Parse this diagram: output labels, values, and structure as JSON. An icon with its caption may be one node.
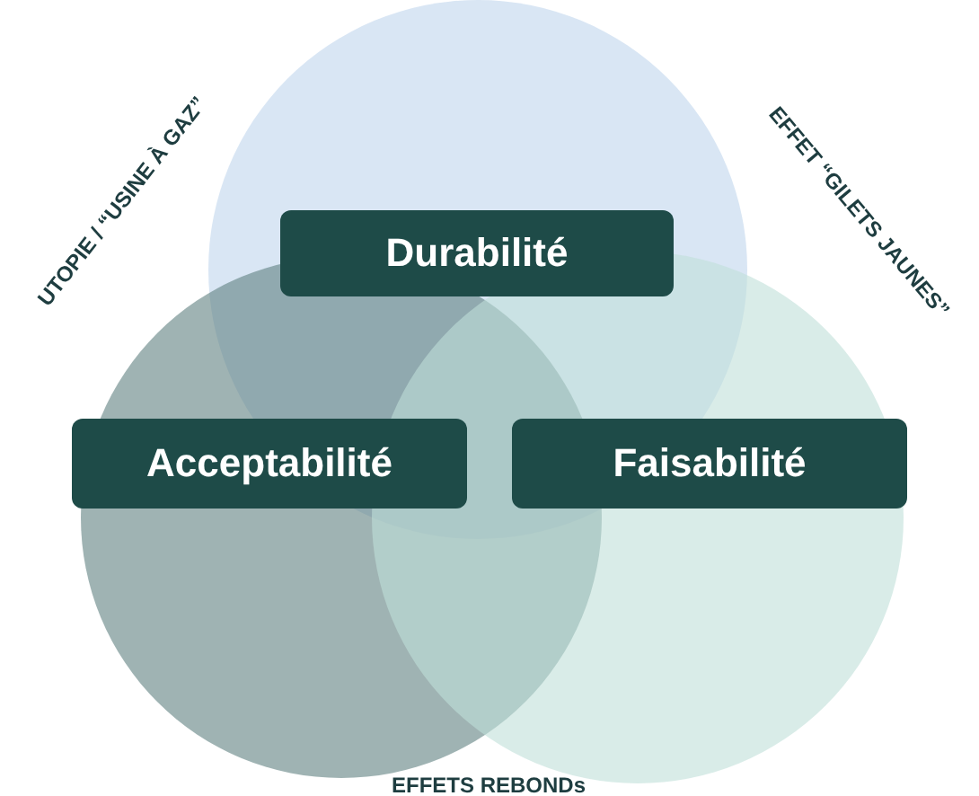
{
  "diagram": {
    "nodes": [
      {
        "text": [
          "Durabilité"
        ]
      },
      {
        "text": [
          "Acceptabilité"
        ]
      },
      {
        "text": [
          "Faisabilité"
        ]
      }
    ],
    "labels": [
      "UTOPIE / “USINE À GAZ”",
      "EFFET “GILETS JAUNES”",
      "EFFETS REBONDs"
    ]
  }
}
